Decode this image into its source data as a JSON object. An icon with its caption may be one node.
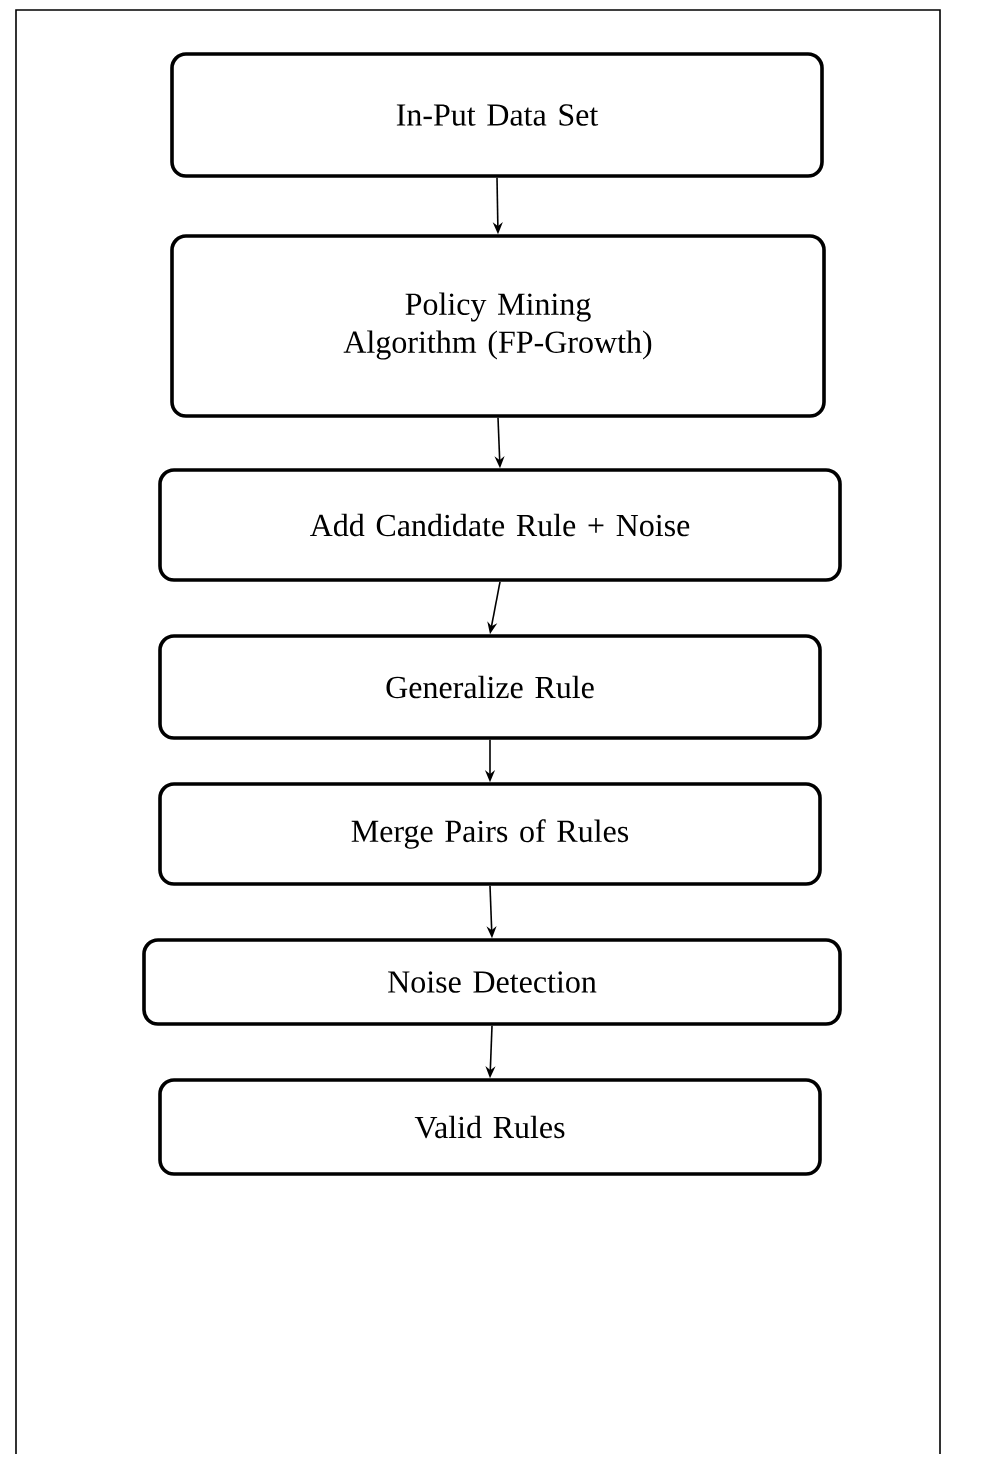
{
  "diagram": {
    "nodes": [
      {
        "text": [
          "In-Put Data Set"
        ]
      },
      {
        "text": [
          "Policy Mining Algorithm (FP-Growth)"
        ]
      },
      {
        "text": [
          "Add Candidate Rule + Noise"
        ]
      },
      {
        "text": [
          "Generalize Rule"
        ]
      },
      {
        "text": [
          "Merge Pairs of Rules"
        ]
      },
      {
        "text": [
          "Noise Detection"
        ]
      },
      {
        "text": [
          "Valid Rules"
        ]
      }
    ],
    "edges": [
      {
        "from": 0,
        "to": 1,
        "arrow": "to"
      },
      {
        "from": 1,
        "to": 2,
        "arrow": "to"
      },
      {
        "from": 2,
        "to": 3,
        "arrow": "to"
      },
      {
        "from": 3,
        "to": 4,
        "arrow": "to"
      },
      {
        "from": 4,
        "to": 5,
        "arrow": "to"
      },
      {
        "from": 5,
        "to": 6,
        "arrow": "to"
      }
    ]
  }
}
